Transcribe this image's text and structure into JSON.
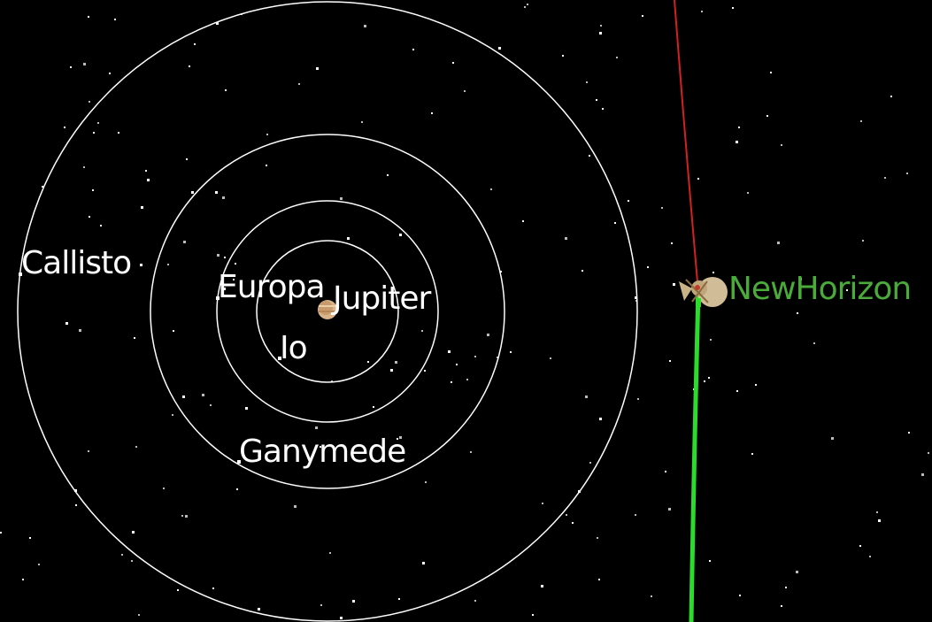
{
  "colors": {
    "background": "#000000",
    "orbit": "#ffffff",
    "moon_label": "#ffffff",
    "craft_label": "#4bab3a",
    "past_trajectory": "#d42020",
    "future_trajectory": "#2cdc2c",
    "jupiter": "#d9b48a"
  },
  "labels": {
    "callisto": "Callisto",
    "europa": "Europa",
    "jupiter": "Jupiter",
    "io": "Io",
    "ganymede": "Ganymede",
    "spacecraft": "NewHorizon"
  },
  "icons": {
    "jupiter": "jupiter-planet-icon",
    "spacecraft": "spacecraft-icon"
  }
}
